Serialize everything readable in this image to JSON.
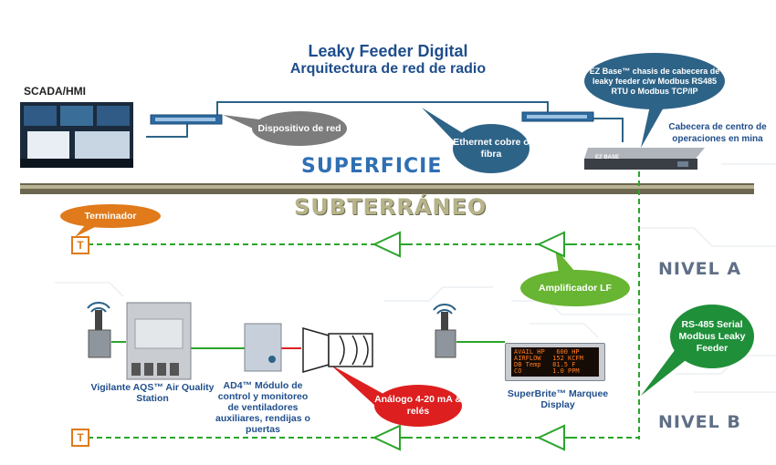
{
  "title": {
    "line1": "Leaky Feeder Digital",
    "line2": "Arquitectura de red de radio"
  },
  "labels": {
    "scada": "SCADA/HMI",
    "cabecera": "Cabecera de centro de operaciones en mina",
    "superficie": "SUPERFICIE",
    "subterraneo": "SUBTERRÁNEO",
    "nivel_a": "NIVEL A",
    "nivel_b": "NIVEL B",
    "terminal_symbol": "T"
  },
  "callouts": {
    "dispositivo": "Dispositivo de red",
    "ethernet": "Ethernet cobre o fibra",
    "ezbase": "EZ Base™ chasis de cabecera de leaky feeder c/w Modbus RS485 RTU o Modbus TCP/IP",
    "terminador": "Terminador",
    "amplificador": "Amplificador LF",
    "analogo": "Análogo 4-20 mA & relés",
    "rs485": "RS-485 Serial Modbus Leaky Feeder"
  },
  "devices": {
    "aqs": "Vigilante AQS™ Air Quality Station",
    "ad4": "AD4™ Módulo de control y monitoreo de ventiladores auxiliares, rendijas o puertas",
    "superbrite": "SuperBrite™ Marquee Display",
    "ezbase_label": "EZ BASE",
    "marquee_lines": [
      "AVAIL HP   600 HP",
      "AIRFLOW   152 KCFM",
      "DB Temp   81.5 F",
      "CO        1.0 PPM"
    ]
  },
  "colors": {
    "title": "#1f4e8c",
    "feeder": "#2aa52a",
    "ethernet": "#2d6387",
    "terminator": "#e07a1b",
    "analog": "#dd1f1f",
    "rs485": "#1f8f3a",
    "ground": "#6b6750"
  }
}
